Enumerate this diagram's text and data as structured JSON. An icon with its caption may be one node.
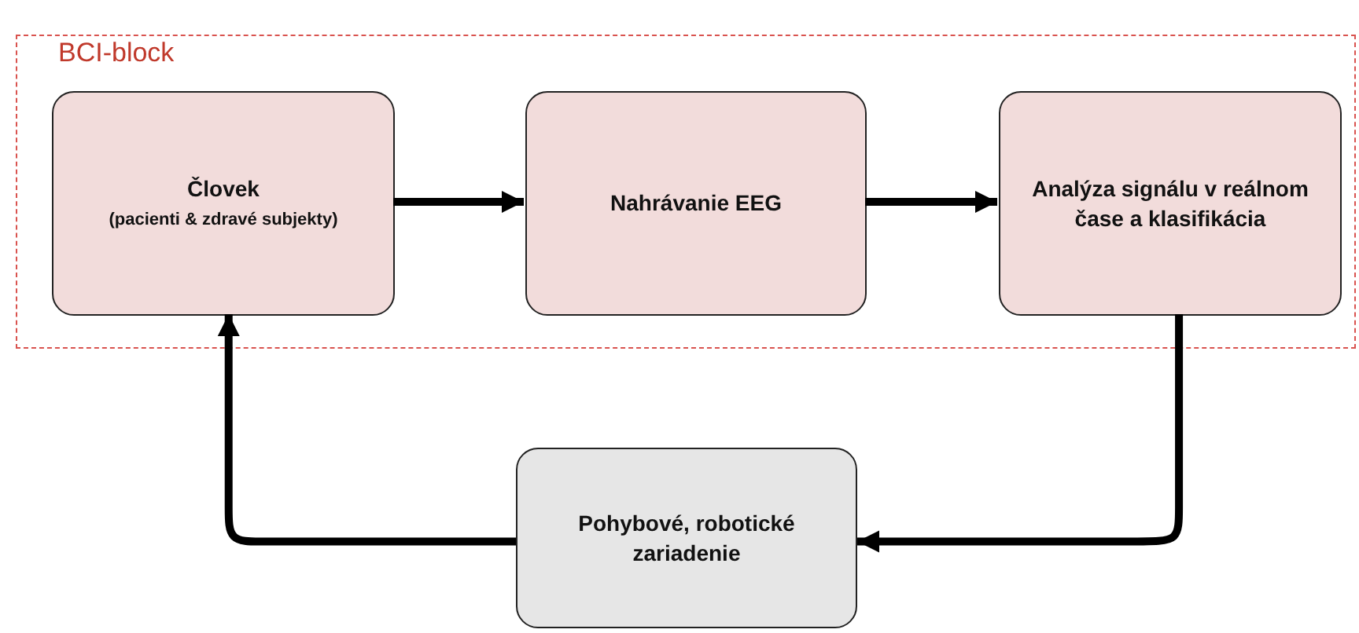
{
  "diagram": {
    "nodes": [
      {
        "text": [
          "BCI-block"
        ]
      },
      {
        "text": [
          "Človek",
          "(pacienti & zdravé subjekty)"
        ],
        "in": 0
      },
      {
        "text": [
          "Nahrávanie EEG"
        ],
        "in": 0
      },
      {
        "text": [
          "Analýza signálu v reálnom čase a klasifikácia"
        ],
        "in": 0
      },
      {
        "text": [
          "Pohybové, robotické zariadenie"
        ]
      }
    ],
    "edges": [
      {
        "from": 1,
        "to": 2,
        "arrow": "to"
      },
      {
        "from": 2,
        "to": 3,
        "arrow": "to"
      },
      {
        "from": 3,
        "to": 4,
        "arrow": "to"
      },
      {
        "from": 4,
        "to": 1,
        "arrow": "to"
      }
    ]
  }
}
